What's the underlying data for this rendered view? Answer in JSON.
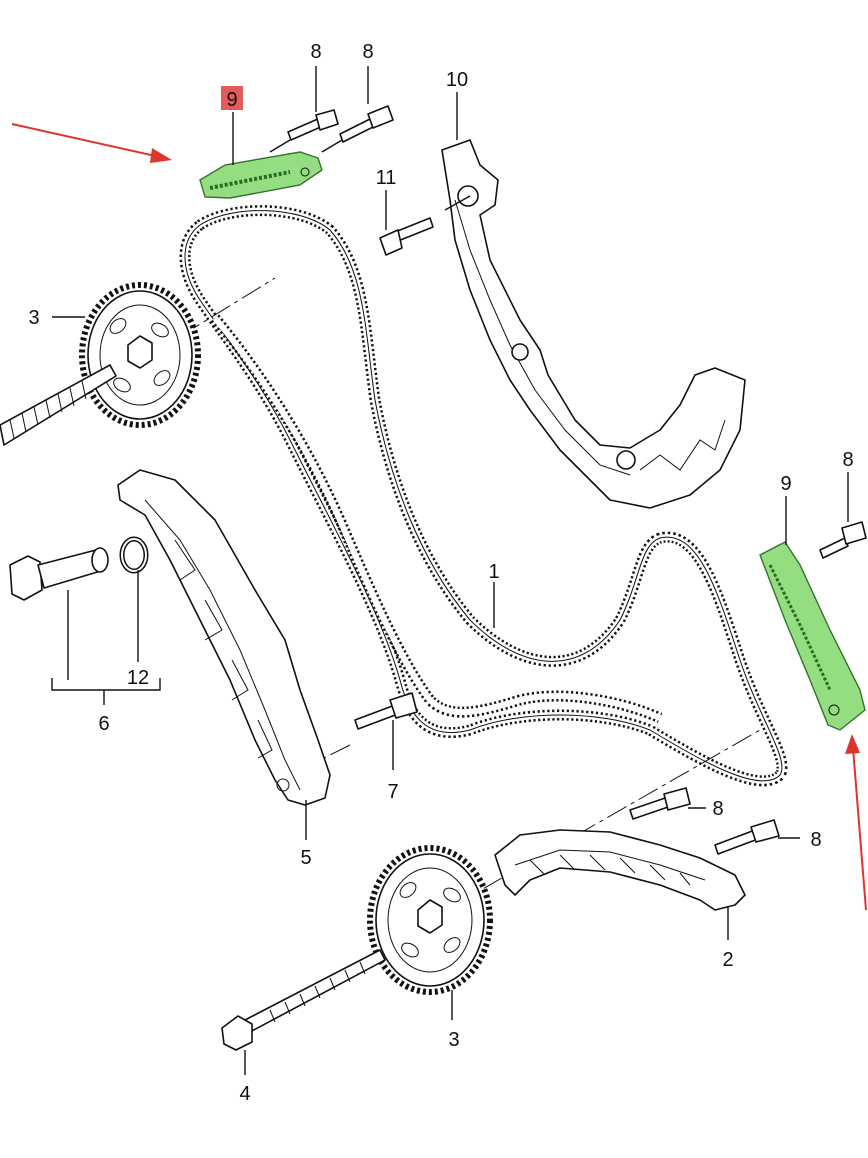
{
  "callouts": {
    "c8a": "8",
    "c8b": "8",
    "c9_top": "9",
    "c10": "10",
    "c11": "11",
    "c3_top": "3",
    "c9_right": "9",
    "c8_right": "8",
    "c1": "1",
    "c12": "12",
    "c6": "6",
    "c7": "7",
    "c5": "5",
    "c8_low1": "8",
    "c8_low2": "8",
    "c2": "2",
    "c3_bottom": "3",
    "c4": "4"
  },
  "colors": {
    "highlight": "#8fdc7a",
    "arrow": "#e0332b",
    "callout_box": "#e35b5b"
  }
}
